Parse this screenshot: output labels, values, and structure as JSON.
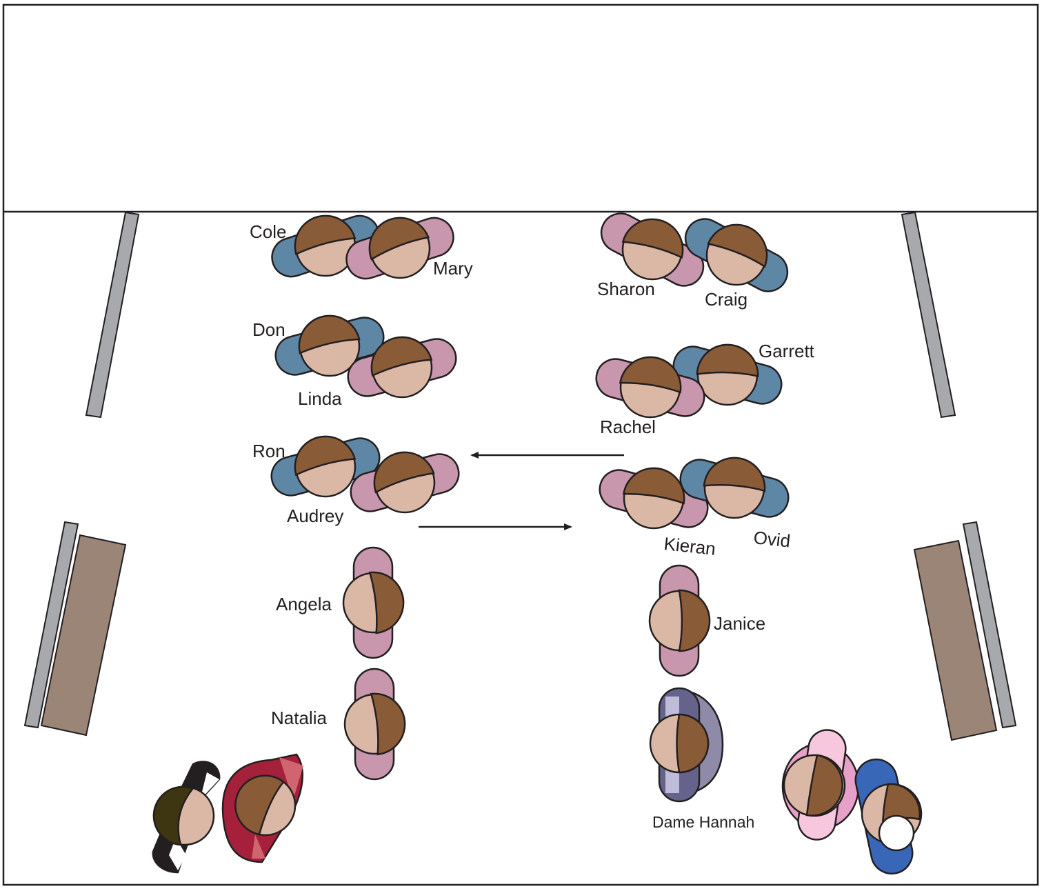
{
  "colors": {
    "hair": "#8a5b37",
    "skin": "#dbb8a6",
    "pink_body": "#c896ad",
    "blue_body": "#5e87a6",
    "wall_gray": "#a7a9ac",
    "bench_brown": "#9b8577",
    "outline": "#231f20",
    "hannah_dark": "#65628b",
    "hannah_mid": "#8e8aa8",
    "hannah_light": "#c9c7e0",
    "red_dark": "#a5203a",
    "red_light": "#d56b75",
    "pink_light": "#f7c7de",
    "pink_mid": "#e7a0c8",
    "blue_bright": "#3967b7",
    "black": "#231f20",
    "olive": "#3e3511"
  },
  "people": {
    "cole": "Cole",
    "mary": "Mary",
    "sharon": "Sharon",
    "craig": "Craig",
    "don": "Don",
    "linda": "Linda",
    "garrett": "Garrett",
    "rachel": "Rachel",
    "ron": "Ron",
    "audrey": "Audrey",
    "kieran": "Kieran",
    "ovid": "Ovid",
    "angela": "Angela",
    "janice": "Janice",
    "natalia": "Natalia",
    "dame_hannah": "Dame Hannah"
  }
}
